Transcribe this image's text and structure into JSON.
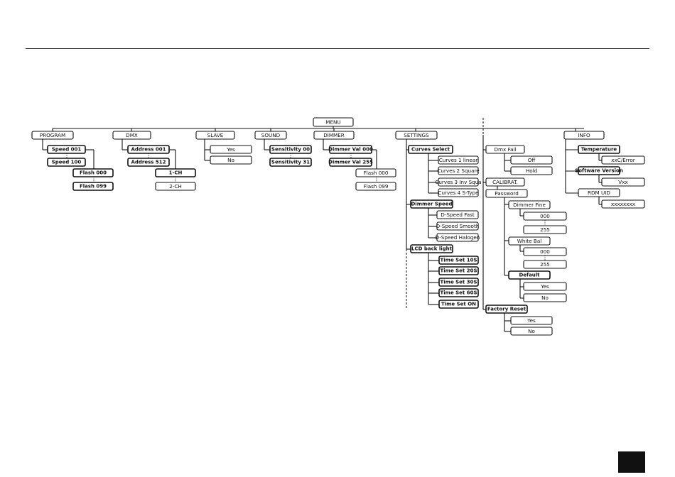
{
  "menu": {
    "root": "MENU",
    "program": {
      "label": "PROGRAM",
      "speed_min": "Speed 001",
      "speed_max": "Speed 100",
      "flash_min": "Flash 000",
      "flash_max": "Flash 099"
    },
    "dmx": {
      "label": "DMX",
      "address_min": "Address 001",
      "address_max": "Address 512",
      "ch1": "1-CH",
      "ch2": "2-CH"
    },
    "slave": {
      "label": "SLAVE",
      "yes": "Yes",
      "no": "No"
    },
    "sound": {
      "label": "SOUND",
      "sens_min": "Sensitivity 00",
      "sens_max": "Sensitivity 31"
    },
    "dimmer": {
      "label": "DIMMER",
      "val_min": "Dimmer Val 000",
      "val_max": "Dimmer Val 255",
      "flash_min": "Flash 000",
      "flash_max": "Flash 099"
    },
    "settings": {
      "label": "SETTINGS",
      "curves_select": "Curves Select",
      "curves": [
        "Curves 1 linear",
        "Curves 2 Square",
        "Curves 3 Inv Squa",
        "Curves 4 S-Type"
      ],
      "dimmer_speed": "Dimmer Speed",
      "speeds": [
        "D-Speed Fast",
        "D-Speed Smooth",
        "D-Speed Halogen"
      ],
      "lcd_backlight": "LCD back light",
      "timesets": [
        "Time Set 10S",
        "Time Set 20S",
        "Time Set 30S",
        "Time Set 60S",
        "Time Set ON"
      ],
      "dmx_fail": "Dmx Fail",
      "dmx_fail_off": "Off",
      "dmx_fail_hold": "Hold",
      "calibrat": "CALIBRAT.",
      "password": "Password",
      "dimmer_fine": "Dimmer Fine",
      "fine_min": "000",
      "fine_max": "255",
      "white_bal": "White Bal",
      "wb_min": "000",
      "wb_max": "255",
      "default": "Default",
      "default_yes": "Yes",
      "default_no": "No",
      "factory_reset": "Factory Reset",
      "fr_yes": "Yes",
      "fr_no": "No"
    },
    "info": {
      "label": "INFO",
      "temperature": "Temperature",
      "temp_value": "xxC/Error",
      "software_version": "Software Version",
      "sw_value": "Vxx",
      "rdm_uid": "RDM UID",
      "rdm_value": "xxxxxxxx"
    }
  }
}
